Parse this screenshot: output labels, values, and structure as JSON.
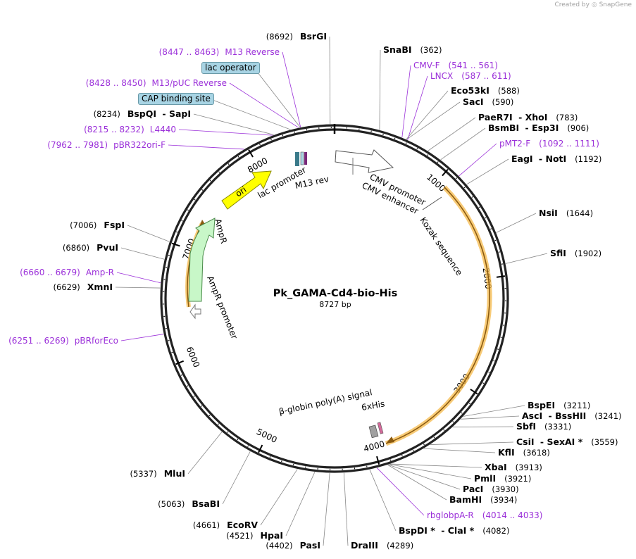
{
  "credit": {
    "created_by": "Created by",
    "app": "SnapGene"
  },
  "plasmid": {
    "name": "Pk_GAMA-Cd4-bio-His",
    "length_label": "8727 bp",
    "length": 8727
  },
  "colors": {
    "enzyme": "#000000",
    "primer": "#9b30d9",
    "ori": "#ffff00",
    "ampr": "#c8f7c8",
    "orf_highlight": "#f5b94a",
    "cmv": "#ffffff",
    "boxed_feature": "#a8d4e4"
  },
  "ticks": [
    {
      "pos": 1000,
      "label": "1000"
    },
    {
      "pos": 2000,
      "label": "2000"
    },
    {
      "pos": 3000,
      "label": "3000"
    },
    {
      "pos": 4000,
      "label": "4000"
    },
    {
      "pos": 5000,
      "label": "5000"
    },
    {
      "pos": 6000,
      "label": "6000"
    },
    {
      "pos": 7000,
      "label": "7000"
    },
    {
      "pos": 8000,
      "label": "8000"
    }
  ],
  "enzymes_right": [
    {
      "name": "SnaBI",
      "pos_label": "(362)",
      "pos": 362
    },
    {
      "name": "Eco53kI",
      "pos_label": "(588)",
      "pos": 588
    },
    {
      "name": "SacI",
      "pos_label": "(590)",
      "pos": 590
    },
    {
      "name": "PaeR7I",
      "name2": "XhoI",
      "pos_label": "(783)",
      "pos": 783
    },
    {
      "name": "BsmBI",
      "name2": "Esp3I",
      "pos_label": "(906)",
      "pos": 906
    },
    {
      "name": "EagI",
      "name2": "NotI",
      "pos_label": "(1192)",
      "pos": 1192
    },
    {
      "name": "NsiI",
      "pos_label": "(1644)",
      "pos": 1644
    },
    {
      "name": "SfiI",
      "pos_label": "(1902)",
      "pos": 1902
    },
    {
      "name": "BspEI",
      "pos_label": "(3211)",
      "pos": 3211
    },
    {
      "name": "AscI",
      "name2": "BssHII",
      "pos_label": "(3241)",
      "pos": 3241
    },
    {
      "name": "SbfI",
      "pos_label": "(3331)",
      "pos": 3331
    },
    {
      "name": "CsiI",
      "name2": "SexAI *",
      "pos_label": "(3559)",
      "pos": 3559
    },
    {
      "name": "KflI",
      "pos_label": "(3618)",
      "pos": 3618
    },
    {
      "name": "XbaI",
      "pos_label": "(3913)",
      "pos": 3913
    },
    {
      "name": "PmlI",
      "pos_label": "(3921)",
      "pos": 3921
    },
    {
      "name": "PacI",
      "pos_label": "(3930)",
      "pos": 3930
    },
    {
      "name": "BamHI",
      "pos_label": "(3934)",
      "pos": 3934
    },
    {
      "name": "BspDI *",
      "name2": "ClaI *",
      "pos_label": "(4082)",
      "pos": 4082
    },
    {
      "name": "DraIII",
      "pos_label": "(4289)",
      "pos": 4289
    }
  ],
  "enzymes_left": [
    {
      "name": "BsrGI",
      "pos_label": "(8692)",
      "pos": 8692
    },
    {
      "name": "BspQI",
      "name2": "SapI",
      "pos_label": "(8234)",
      "pos": 8234
    },
    {
      "name": "FspI",
      "pos_label": "(7006)",
      "pos": 7006
    },
    {
      "name": "PvuI",
      "pos_label": "(6860)",
      "pos": 6860
    },
    {
      "name": "XmnI",
      "pos_label": "(6629)",
      "pos": 6629
    },
    {
      "name": "MluI",
      "pos_label": "(5337)",
      "pos": 5337
    },
    {
      "name": "BsaBI",
      "pos_label": "(5063)",
      "pos": 5063
    },
    {
      "name": "EcoRV",
      "pos_label": "(4661)",
      "pos": 4661
    },
    {
      "name": "HpaI",
      "pos_label": "(4521)",
      "pos": 4521
    },
    {
      "name": "PasI",
      "pos_label": "(4402)",
      "pos": 4402
    }
  ],
  "primers": [
    {
      "name": "M13 Reverse",
      "range": "(8447 .. 8463)",
      "side": "left"
    },
    {
      "name": "M13/pUC Reverse",
      "range": "(8428 .. 8450)",
      "side": "left"
    },
    {
      "name": "L4440",
      "range": "(8215 .. 8232)",
      "side": "left"
    },
    {
      "name": "pBR322ori-F",
      "range": "(7962 .. 7981)",
      "side": "left"
    },
    {
      "name": "Amp-R",
      "range": "(6660 .. 6679)",
      "side": "left"
    },
    {
      "name": "pBRforEco",
      "range": "(6251 .. 6269)",
      "side": "left"
    },
    {
      "name": "CMV-F",
      "range": "(541 .. 561)",
      "side": "right"
    },
    {
      "name": "LNCX",
      "range": "(587 .. 611)",
      "side": "right"
    },
    {
      "name": "pMT2-F",
      "range": "(1092 .. 1111)",
      "side": "right"
    },
    {
      "name": "rbglobpA-R",
      "range": "(4014 .. 4033)",
      "side": "right"
    }
  ],
  "boxed_features": [
    {
      "name": "lac operator"
    },
    {
      "name": "CAP binding site"
    }
  ],
  "features": [
    {
      "name": "CMV enhancer"
    },
    {
      "name": "CMV promoter"
    },
    {
      "name": "Kozak sequence"
    },
    {
      "name": "6xHis"
    },
    {
      "name": "β-globin poly(A) signal"
    },
    {
      "name": "AmpR promoter"
    },
    {
      "name": "AmpR"
    },
    {
      "name": "ori"
    },
    {
      "name": "lac promoter"
    },
    {
      "name": "M13 rev"
    }
  ]
}
